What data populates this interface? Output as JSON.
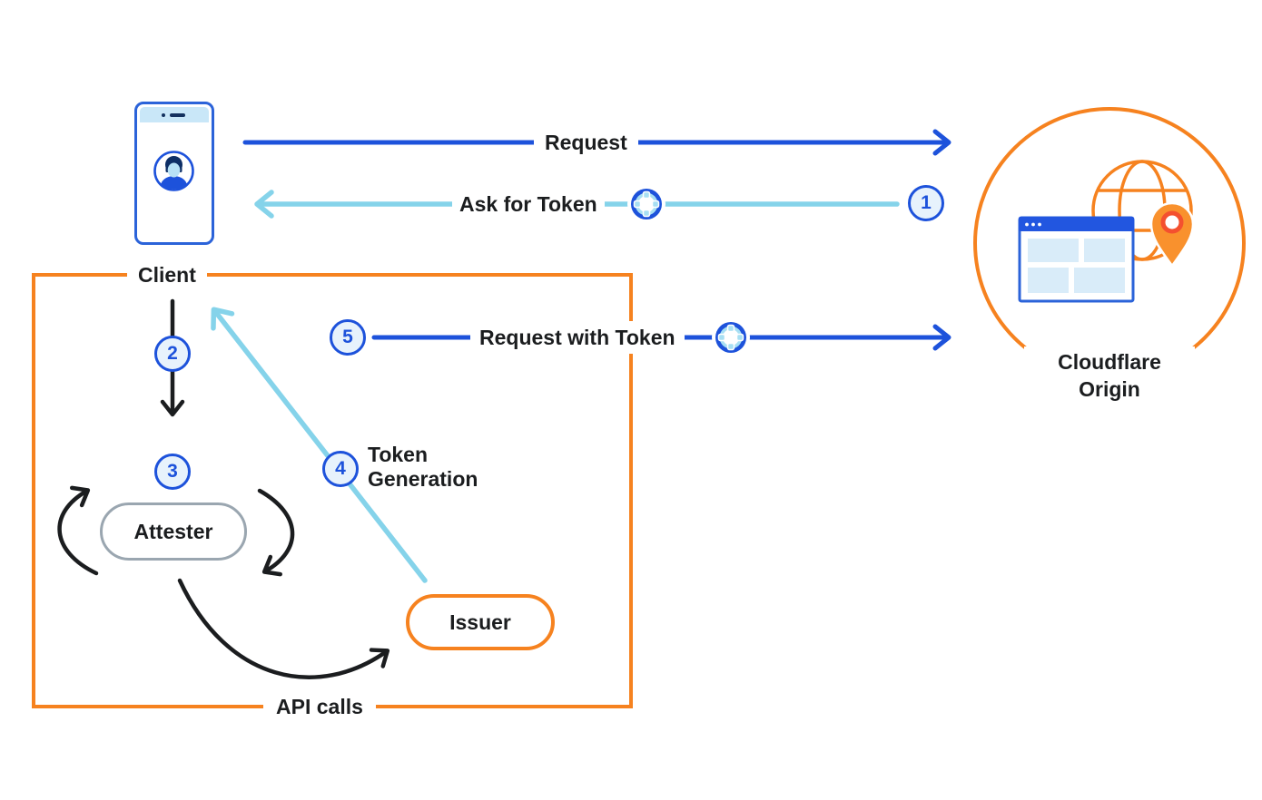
{
  "diagram": {
    "nodes": {
      "client": {
        "label": "Client",
        "icon": "phone-user-icon"
      },
      "origin": {
        "label_line1": "Cloudflare",
        "label_line2": "Origin",
        "icon": "origin-browser-globe-pin-icon"
      },
      "attester": {
        "label": "Attester"
      },
      "issuer": {
        "label": "Issuer"
      }
    },
    "flows": {
      "request": {
        "label": "Request"
      },
      "ask_for_token": {
        "step": "1",
        "label": "Ask for Token",
        "icon": "token-icon"
      },
      "client_to_attester": {
        "step": "2"
      },
      "attestation": {
        "step": "3"
      },
      "token_generation": {
        "step": "4",
        "label_line1": "Token",
        "label_line2": "Generation"
      },
      "request_with_token": {
        "step": "5",
        "label": "Request with Token",
        "icon": "token-icon"
      }
    },
    "api_box": {
      "label": "API calls"
    },
    "colors": {
      "arrow_blue": "#1d52db",
      "arrow_cyan": "#85d3ea",
      "arrow_black": "#1b1d1f",
      "orange": "#f6821f",
      "step_circle_fill": "#e7f2fc",
      "light_panel": "#d9ecf9",
      "attester_border": "#9aa6b0",
      "pin_ring": "#f4502f"
    }
  }
}
